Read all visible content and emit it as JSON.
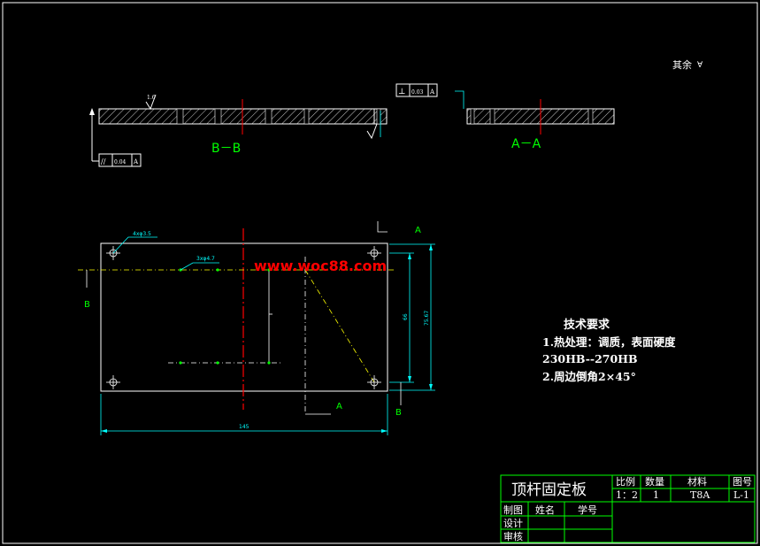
{
  "drawing": {
    "surface_finish_note": "其余",
    "views": {
      "section_bb_label": "B－B",
      "section_aa_label": "A－A",
      "cut_mark_a": "A",
      "cut_mark_b": "B",
      "roughness_value": "1.6",
      "hole_callout_1": "4xφ3.5",
      "hole_callout_2": "3xφ4.7",
      "dim_overall_width": "145",
      "dim_height_inner": "66",
      "dim_height_outer": "75.67",
      "parallelism_symbol": "//",
      "parallelism_value": "0.04",
      "parallelism_datum": "A",
      "perpendicularity_symbol": "⊥",
      "perpendicularity_value": "0.03",
      "perpendicularity_datum": "A"
    },
    "watermark": "www.woc88.com",
    "technical_requirements": {
      "title": "技术要求",
      "line1": "1.热处理：调质，表面硬度",
      "line2": "230HB--270HB",
      "line3": "2.周边倒角2×45°"
    },
    "title_block": {
      "part_name": "顶杆固定板",
      "scale_header": "比例",
      "quantity_header": "数量",
      "material_header": "材料",
      "drawing_no_header": "图号",
      "scale_value": "1：2",
      "quantity_value": "1",
      "material_value": "T8A",
      "drawing_no_value": "L-1",
      "drafted_label": "制图",
      "name_label": "姓名",
      "student_id_label": "学号",
      "design_label": "设计",
      "review_label": "审核"
    },
    "colors": {
      "background": "#000000",
      "outline": "#ffffff",
      "dimension": "#00ffff",
      "label_green": "#00ff00",
      "centerline_red": "#ff0000",
      "watermark": "#ff0000",
      "hatch": "#ffffff",
      "centerline_yellow": "#ffff00"
    }
  }
}
